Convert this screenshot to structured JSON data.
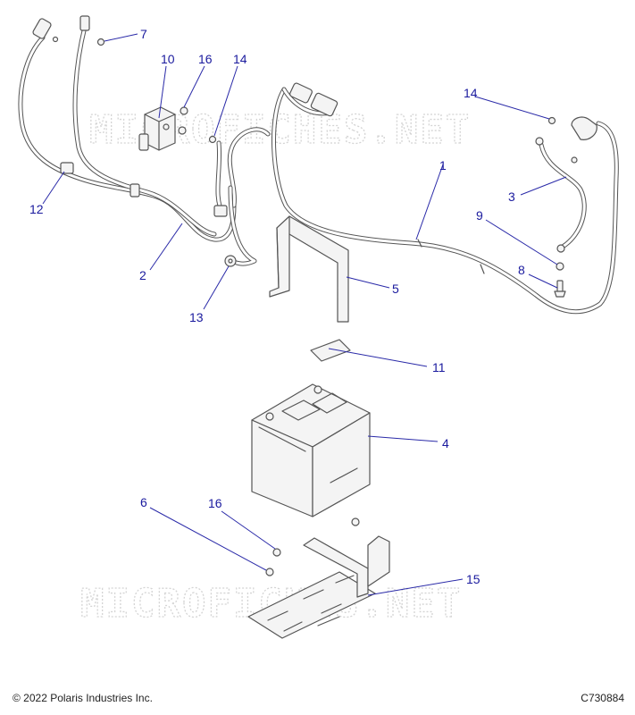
{
  "watermark_text": "MICROFICHES.NET",
  "copyright": "© 2022 Polaris Industries Inc.",
  "drawing_id": "C730884",
  "callouts": [
    {
      "id": "c1",
      "label": "1"
    },
    {
      "id": "c2",
      "label": "2"
    },
    {
      "id": "c3",
      "label": "3"
    },
    {
      "id": "c4",
      "label": "4"
    },
    {
      "id": "c5",
      "label": "5"
    },
    {
      "id": "c6",
      "label": "6"
    },
    {
      "id": "c7",
      "label": "7"
    },
    {
      "id": "c8",
      "label": "8"
    },
    {
      "id": "c9",
      "label": "9"
    },
    {
      "id": "c10",
      "label": "10"
    },
    {
      "id": "c11",
      "label": "11"
    },
    {
      "id": "c12",
      "label": "12"
    },
    {
      "id": "c13",
      "label": "13"
    },
    {
      "id": "c14a",
      "label": "14"
    },
    {
      "id": "c14b",
      "label": "14"
    },
    {
      "id": "c15",
      "label": "15"
    },
    {
      "id": "c16a",
      "label": "16"
    },
    {
      "id": "c16b",
      "label": "16"
    }
  ],
  "colors": {
    "callout": "#1a1a9e",
    "line": "#555555",
    "watermark": "#d4d4d4"
  }
}
